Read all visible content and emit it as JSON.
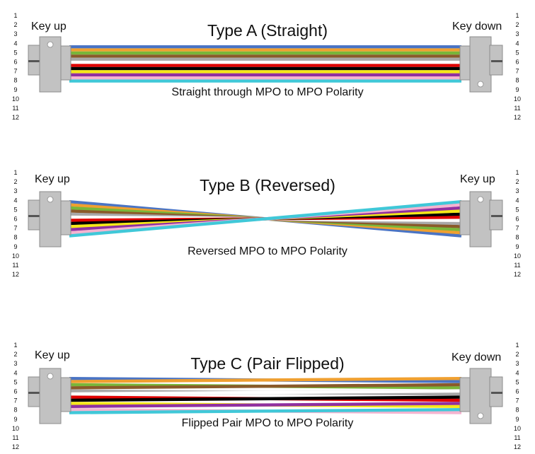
{
  "fiber_numbers": [
    "1",
    "2",
    "3",
    "4",
    "5",
    "6",
    "7",
    "8",
    "9",
    "10",
    "11",
    "12"
  ],
  "fiber_colors": [
    "#4a74c4",
    "#f0a030",
    "#79b63a",
    "#8a5a2a",
    "#a8a8a8",
    "#ffffff",
    "#e00000",
    "#000000",
    "#f6e818",
    "#9030a0",
    "#f4b4d0",
    "#40c8d8"
  ],
  "connector_colors": {
    "body": "#c2c2c2",
    "outline": "#8c8c8c",
    "key": "#555555",
    "dot": "#ffffff"
  },
  "panels": [
    {
      "title": "Type A (Straight)",
      "caption": "Straight through MPO to MPO Polarity",
      "left_key_label": "Key up",
      "right_key_label": "Key down",
      "left_key": "up",
      "right_key": "down",
      "mapping": [
        1,
        2,
        3,
        4,
        5,
        6,
        7,
        8,
        9,
        10,
        11,
        12
      ]
    },
    {
      "title": "Type B (Reversed)",
      "caption": "Reversed MPO to MPO Polarity",
      "left_key_label": "Key up",
      "right_key_label": "Key up",
      "left_key": "up",
      "right_key": "up",
      "mapping": [
        12,
        11,
        10,
        9,
        8,
        7,
        6,
        5,
        4,
        3,
        2,
        1
      ]
    },
    {
      "title": "Type C (Pair Flipped)",
      "caption": "Flipped Pair MPO to MPO Polarity",
      "left_key_label": "Key up",
      "right_key_label": "Key down",
      "left_key": "up",
      "right_key": "down",
      "mapping": [
        2,
        1,
        4,
        3,
        6,
        5,
        8,
        7,
        10,
        9,
        12,
        11
      ]
    }
  ]
}
